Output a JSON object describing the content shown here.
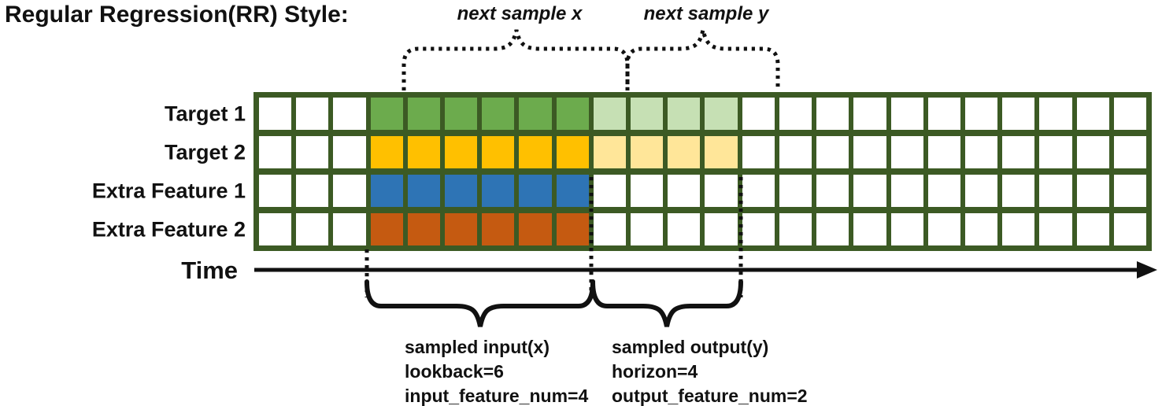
{
  "title": "Regular Regression(RR) Style:",
  "annotations": {
    "next_sample_x": "next sample x",
    "next_sample_y": "next sample y",
    "time_label": "Time"
  },
  "palette": {
    "grid_line": "#3C5A24",
    "target1_input": "#6CAB4D",
    "target1_output": "#C6E0B4",
    "target2_input": "#FFC000",
    "target2_output": "#FFE699",
    "extra1_input": "#2E74B5",
    "extra2_input": "#C55A11",
    "empty_cell": "#FFFFFF"
  },
  "grid": {
    "columns": 24,
    "lead_empty_columns": 3,
    "lookback": 6,
    "horizon": 4,
    "rows": [
      {
        "label": "Target 1",
        "input_color": "target1_input",
        "output_color": "target1_output"
      },
      {
        "label": "Target 2",
        "input_color": "target2_input",
        "output_color": "target2_output"
      },
      {
        "label": "Extra Feature 1",
        "input_color": "extra1_input",
        "output_color": null
      },
      {
        "label": "Extra Feature 2",
        "input_color": "extra2_input",
        "output_color": null
      }
    ]
  },
  "sampled_input": {
    "line1": "sampled input(x)",
    "line2": "lookback=6",
    "line3": "input_feature_num=4"
  },
  "sampled_output": {
    "line1": "sampled output(y)",
    "line2": "horizon=4",
    "line3": "output_feature_num=2"
  }
}
